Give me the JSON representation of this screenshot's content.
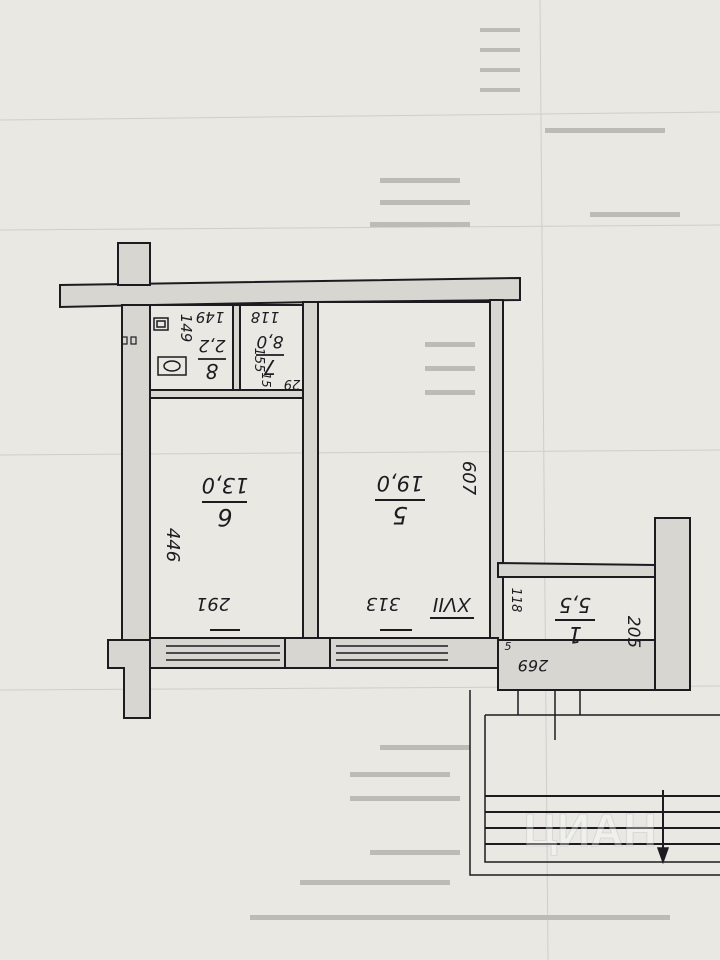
{
  "rooms": [
    {
      "id": "room-1",
      "number": "1",
      "area": "5,5"
    },
    {
      "id": "room-5",
      "number": "5",
      "area": "19,0"
    },
    {
      "id": "room-6",
      "number": "6",
      "area": "13,0"
    },
    {
      "id": "room-7",
      "number": "7",
      "area": "8,0"
    },
    {
      "id": "room-8",
      "number": "8",
      "area": "2,2"
    }
  ],
  "dimensions": {
    "d_607": "607",
    "d_313": "313",
    "d_291": "291",
    "d_446": "446",
    "d_149": "149",
    "d_149b": "149",
    "d_118a": "118",
    "d_118b": "118",
    "d_155": "155",
    "d_15": "15",
    "d_29": "29",
    "d_205": "205",
    "d_269": "269",
    "d_5": "5"
  },
  "apartment_label": "XVII",
  "watermark": "ЦИАН",
  "colors": {
    "paper": "#e9e8e3",
    "ink": "#1c1c20",
    "wall_fill": "#c9c8c3",
    "faded_text": "#b8b7b2"
  }
}
